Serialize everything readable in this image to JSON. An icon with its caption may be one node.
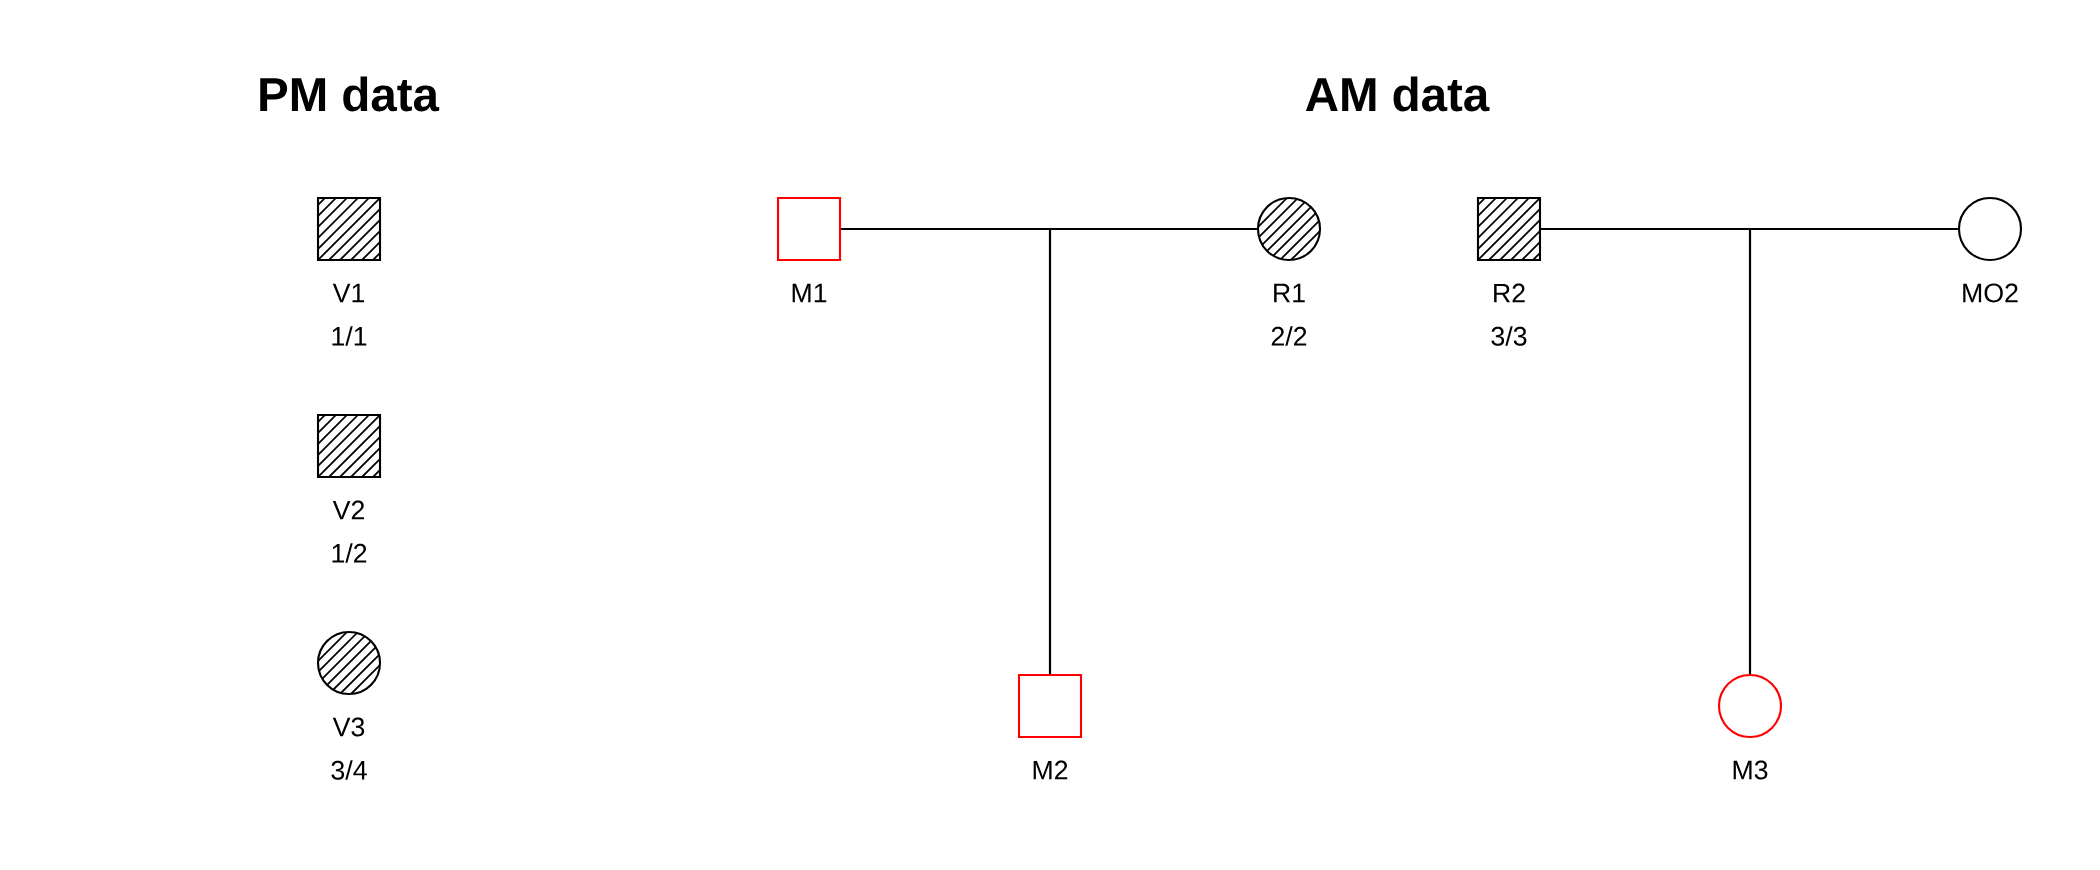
{
  "diagram": {
    "nodes": [
      {
        "text": [],
        "shape": "box",
        "beside": [
          "V1",
          "1/1"
        ]
      },
      {
        "text": [],
        "shape": "box",
        "beside": [
          "V2",
          "1/2"
        ]
      },
      {
        "text": [],
        "shape": "circle",
        "beside": [
          "V3",
          "3/4"
        ]
      },
      {
        "text": [],
        "shape": "box",
        "beside": [
          "M1"
        ]
      },
      {
        "text": [],
        "shape": "circle",
        "beside": [
          "R1",
          "2/2"
        ]
      },
      {
        "text": [],
        "shape": "box",
        "beside": [
          "M2"
        ]
      },
      {
        "text": [],
        "shape": "box",
        "beside": [
          "R2",
          "3/3"
        ]
      },
      {
        "text": [],
        "shape": "circle",
        "beside": [
          "MO2"
        ]
      },
      {
        "text": [],
        "shape": "circle",
        "beside": [
          "M3"
        ]
      }
    ],
    "edges": [
      {
        "from": 3,
        "to": 5,
        "arrow": "none"
      },
      {
        "from": 4,
        "to": 5,
        "arrow": "none"
      },
      {
        "from": 6,
        "to": 8,
        "arrow": "none"
      },
      {
        "from": 7,
        "to": 8,
        "arrow": "none"
      }
    ],
    "labels": [
      "PM data",
      "AM data"
    ]
  }
}
